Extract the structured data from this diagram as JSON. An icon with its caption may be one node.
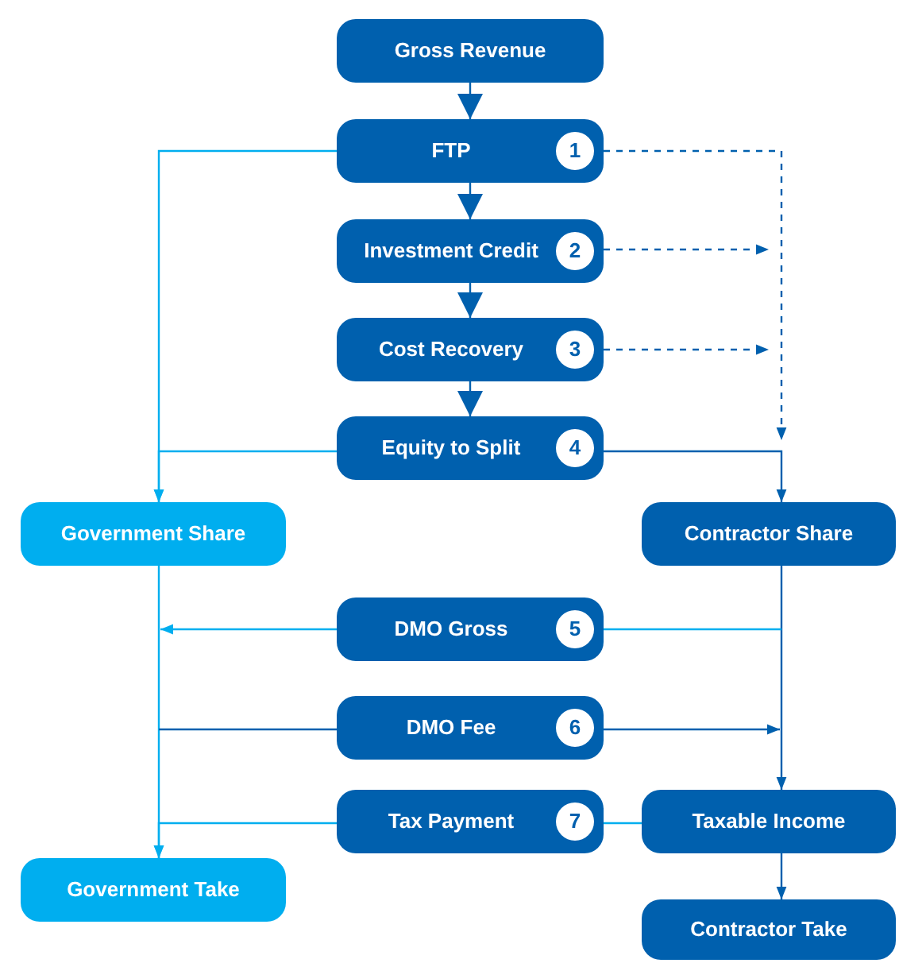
{
  "diagram": {
    "nodes": [
      {
        "text": [
          "Gross Revenue"
        ]
      },
      {
        "text": [
          "FTP",
          "1"
        ]
      },
      {
        "text": [
          "Investment Credit",
          "2"
        ]
      },
      {
        "text": [
          "Cost Recovery",
          "3"
        ]
      },
      {
        "text": [
          "Equity to Split",
          "4"
        ]
      },
      {
        "text": [
          "Government Share"
        ]
      },
      {
        "text": [
          "Contractor Share"
        ]
      },
      {
        "text": [
          "DMO Gross",
          "5"
        ]
      },
      {
        "text": [
          "DMO Fee",
          "6"
        ]
      },
      {
        "text": [
          "Tax Payment",
          "7"
        ]
      },
      {
        "text": [
          "Taxable Income"
        ]
      },
      {
        "text": [
          "Government Take"
        ]
      },
      {
        "text": [
          "Contractor Take"
        ]
      }
    ],
    "edges": [
      {
        "from": 0,
        "to": 1,
        "arrow": "to"
      },
      {
        "from": 1,
        "to": 2,
        "arrow": "to"
      },
      {
        "from": 2,
        "to": 3,
        "arrow": "to"
      },
      {
        "from": 3,
        "to": 4,
        "arrow": "to"
      },
      {
        "from": 1,
        "to": 5,
        "arrow": "to",
        "color": "#00aeef"
      },
      {
        "from": 4,
        "to": 5,
        "arrow": "to",
        "color": "#00aeef"
      },
      {
        "from": 1,
        "to": null,
        "arrow": "to",
        "style": "dashed"
      },
      {
        "from": 2,
        "to": null,
        "arrow": "to",
        "style": "dashed"
      },
      {
        "from": 3,
        "to": null,
        "arrow": "to",
        "style": "dashed"
      },
      {
        "from": 4,
        "to": 6,
        "arrow": "to"
      },
      {
        "from": 5,
        "to": 11,
        "arrow": "to",
        "color": "#00aeef"
      },
      {
        "from": 6,
        "to": 10,
        "arrow": "to"
      },
      {
        "from": null,
        "to": 7,
        "arrow": "none",
        "color": "#00aeef"
      },
      {
        "from": 7,
        "to": null,
        "arrow": "to",
        "color": "#00aeef"
      },
      {
        "from": null,
        "to": 8,
        "arrow": "none"
      },
      {
        "from": 8,
        "to": null,
        "arrow": "to"
      },
      {
        "from": 10,
        "to": 9,
        "arrow": "none",
        "color": "#00aeef"
      },
      {
        "from": 9,
        "to": 11,
        "arrow": "to",
        "color": "#00aeef"
      },
      {
        "from": 10,
        "to": 12,
        "arrow": "to"
      }
    ]
  }
}
